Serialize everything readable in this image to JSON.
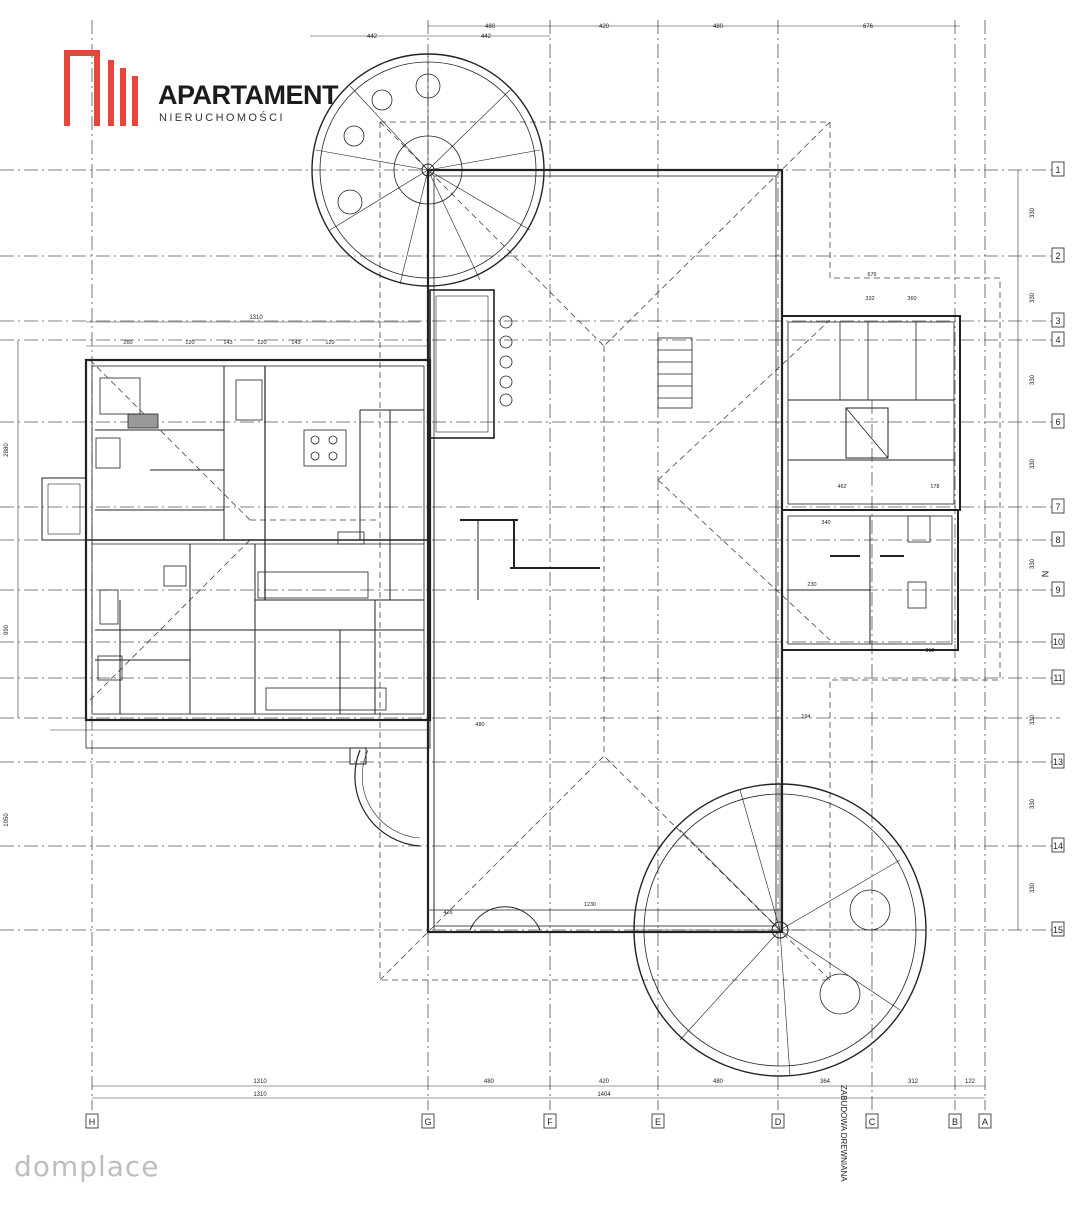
{
  "brand": {
    "name": "APARTAMENT",
    "subtitle": "NIERUCHOMOŚCI",
    "accent_color": "#e8463c"
  },
  "watermark": "domplace",
  "axes": {
    "bottom": [
      "H",
      "G",
      "F",
      "E",
      "D",
      "C",
      "B",
      "A"
    ],
    "right": [
      "1",
      "2",
      "3",
      "4",
      "6",
      "7",
      "8",
      "9",
      "10",
      "11",
      "13",
      "14",
      "15"
    ]
  },
  "dimensions": {
    "top": [
      "442",
      "442",
      "480",
      "420",
      "480",
      "676"
    ],
    "bottom_row1": [
      "1310",
      "480",
      "420",
      "480",
      "364",
      "312",
      "122"
    ],
    "bottom_row2": [
      "1310",
      "1404"
    ],
    "left_wing": [
      "1310",
      "2880",
      "990",
      "1050"
    ],
    "right_side": [
      "330",
      "330",
      "330",
      "330",
      "330",
      "330",
      "330",
      "330"
    ]
  },
  "labels": {
    "stair_note": "ZABUDOWA DREWNIANA",
    "north_mark": "N",
    "wing_dims": [
      "260",
      "120",
      "143",
      "120",
      "143",
      "120",
      "480",
      "676",
      "332",
      "360",
      "312",
      "1230",
      "426",
      "194",
      "340",
      "230",
      "178",
      "462"
    ]
  }
}
